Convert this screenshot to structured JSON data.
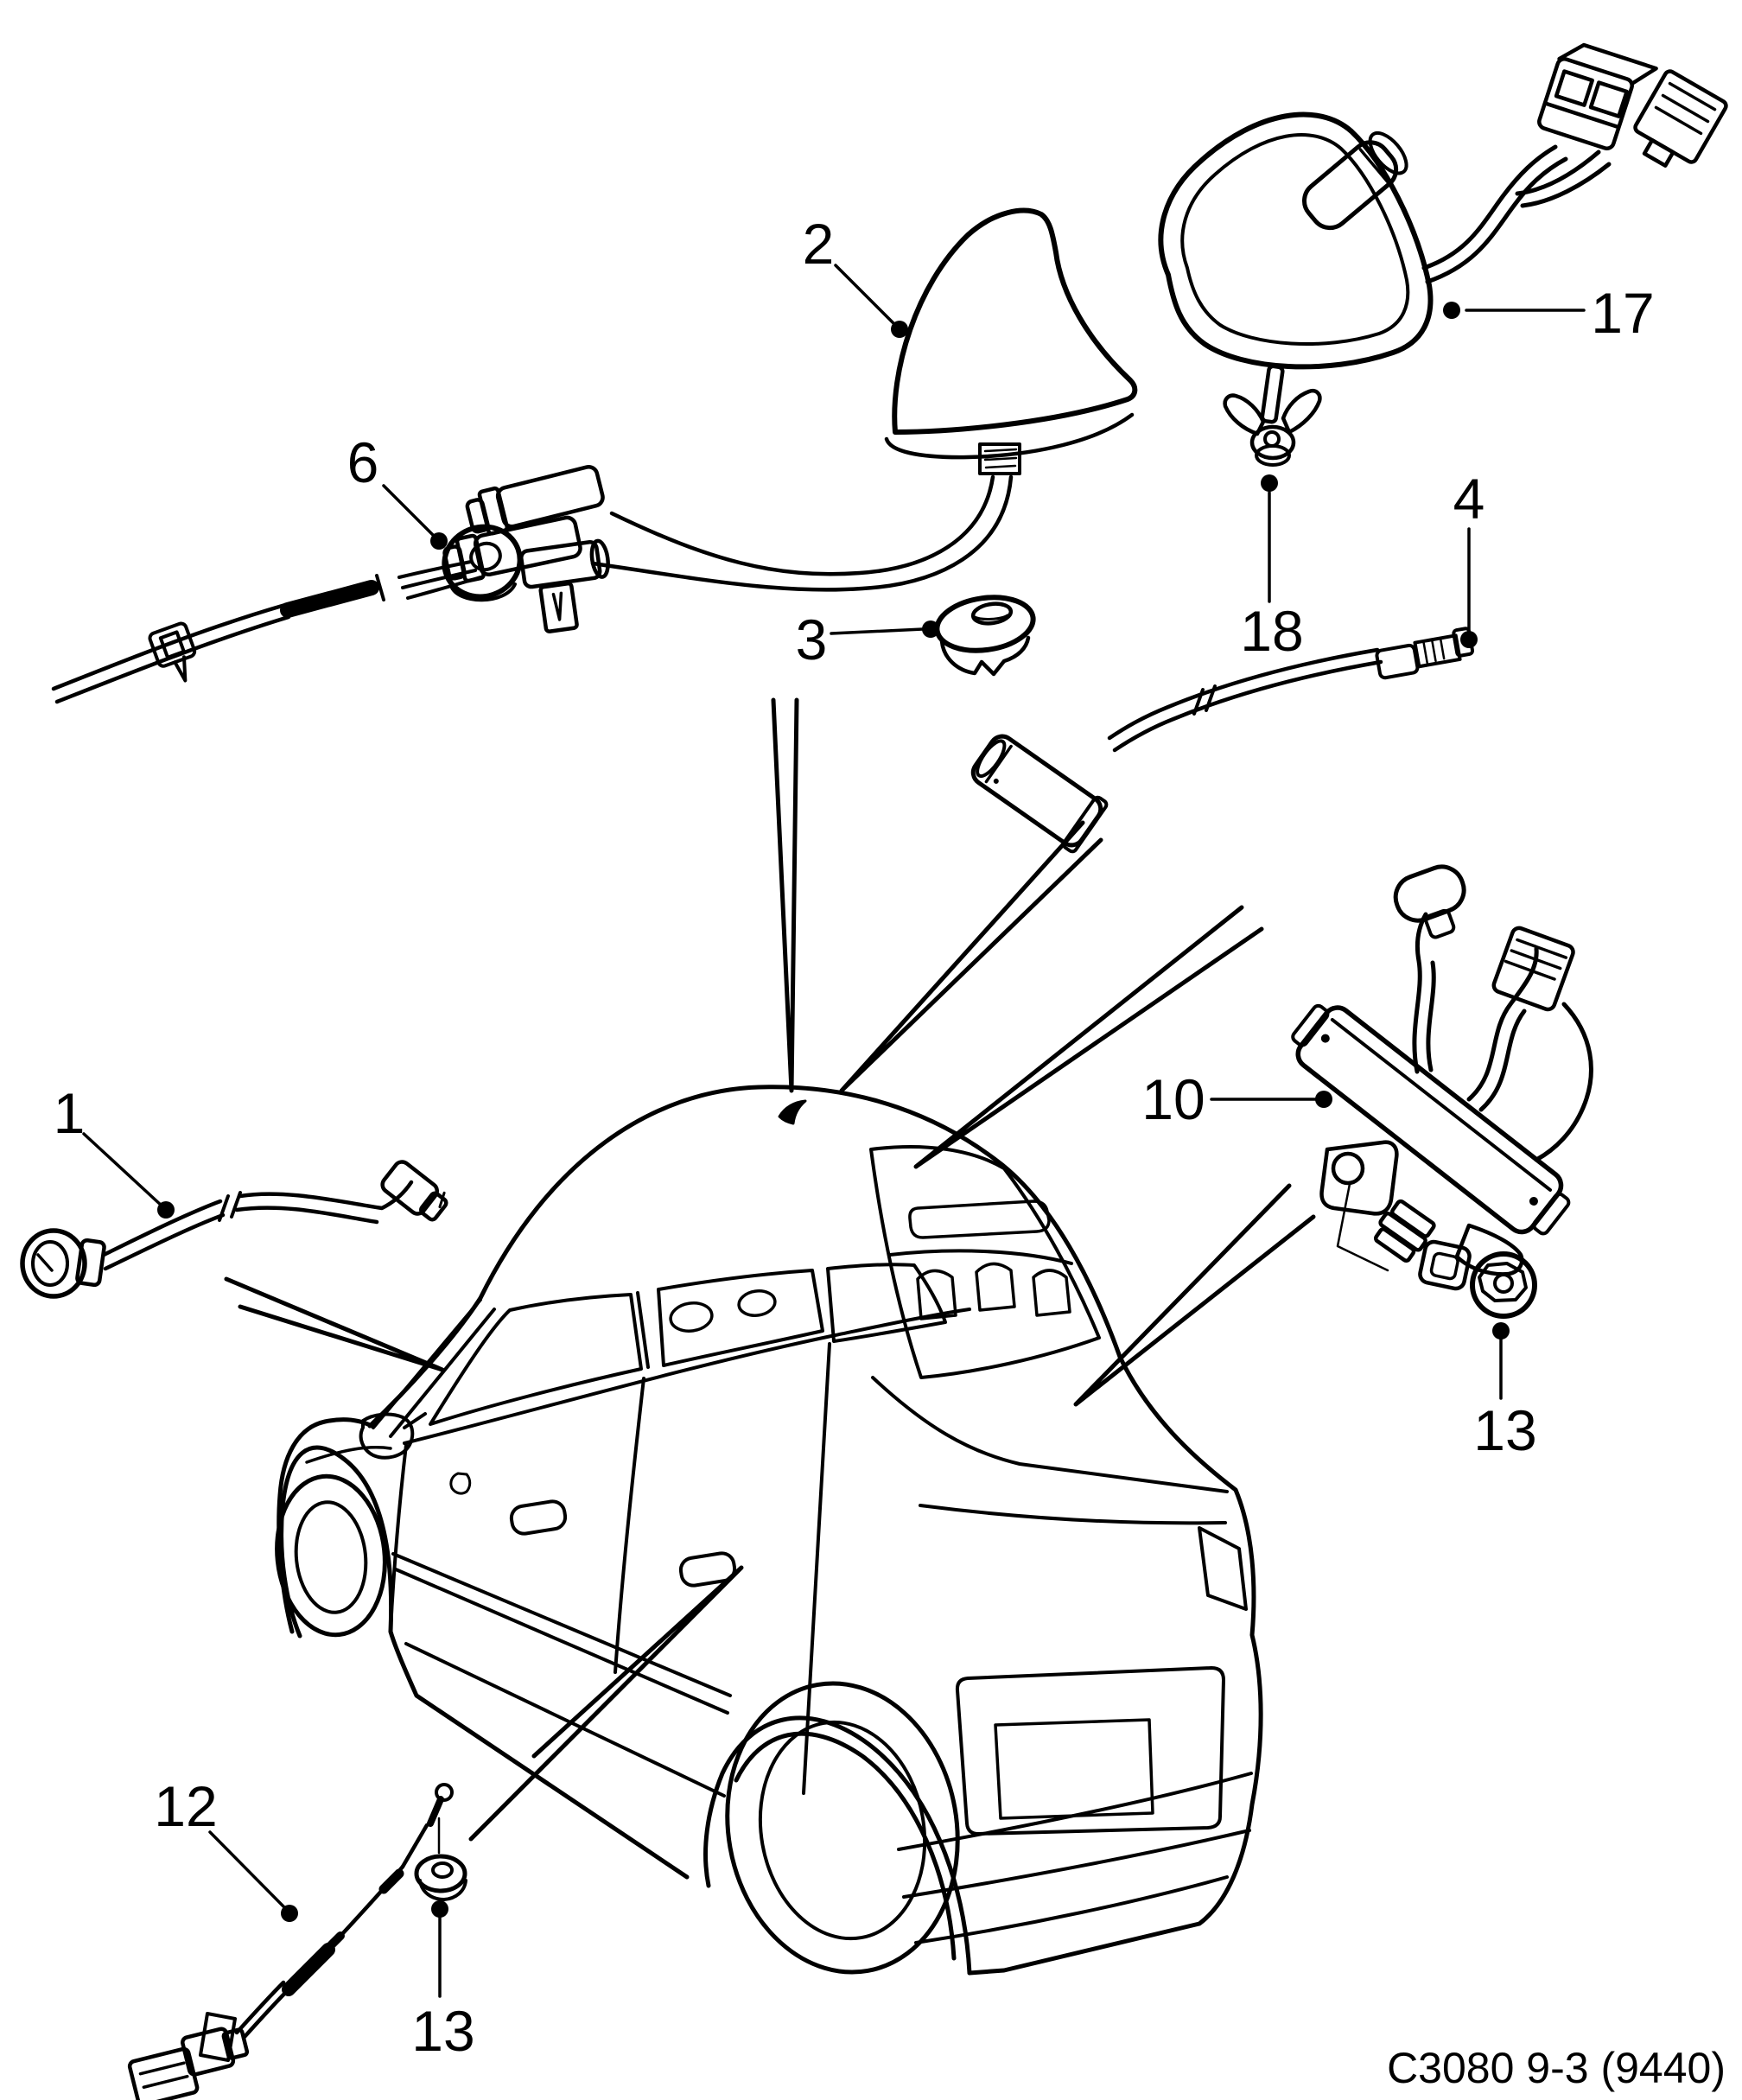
{
  "diagram": {
    "caption": "C3080 9-3 (9440)",
    "colors": {
      "ink": "#000000",
      "background": "#ffffff"
    },
    "callouts": [
      {
        "num": "1"
      },
      {
        "num": "2"
      },
      {
        "num": "3"
      },
      {
        "num": "4"
      },
      {
        "num": "6"
      },
      {
        "num": "10"
      },
      {
        "num": "12"
      },
      {
        "num": "13"
      },
      {
        "num": "13"
      },
      {
        "num": "17"
      },
      {
        "num": "18"
      }
    ]
  }
}
